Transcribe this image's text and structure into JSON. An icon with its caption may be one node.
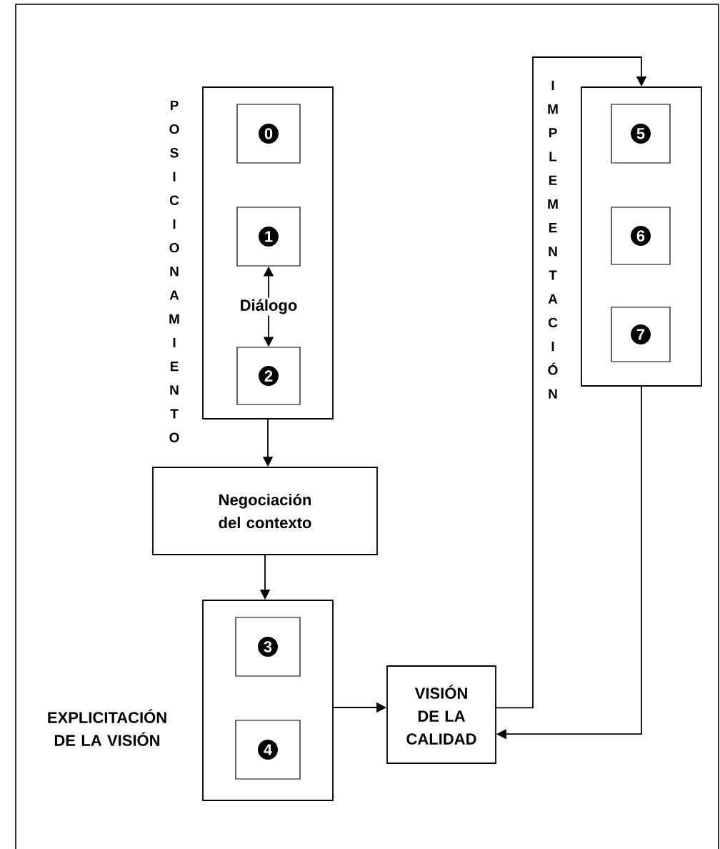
{
  "diagram": {
    "nodes": [
      {
        "text": [
          "POSICIONAMIENTO"
        ]
      },
      {
        "text": [
          "0"
        ],
        "in": 0
      },
      {
        "text": [
          "1"
        ],
        "in": 0
      },
      {
        "text": [
          "2"
        ],
        "in": 0
      },
      {
        "text": [
          "Negociación del contexto"
        ]
      },
      {
        "text": [
          "EXPLICITACIÓN DE LA VISIÓN"
        ]
      },
      {
        "text": [
          "3"
        ],
        "in": 5
      },
      {
        "text": [
          "4"
        ],
        "in": 5
      },
      {
        "text": [
          "VISIÓN DE LA CALIDAD"
        ]
      },
      {
        "text": [
          "IMPLEMENTACIÓN"
        ]
      },
      {
        "text": [
          "5"
        ],
        "in": 9
      },
      {
        "text": [
          "6"
        ],
        "in": 9
      },
      {
        "text": [
          "7"
        ],
        "in": 9
      }
    ],
    "edges": [
      {
        "from": 2,
        "to": 3,
        "arrow": "both",
        "label": "Diálogo"
      },
      {
        "from": 0,
        "to": 4,
        "arrow": "to"
      },
      {
        "from": 4,
        "to": 5,
        "arrow": "to"
      },
      {
        "from": 5,
        "to": 8,
        "arrow": "to"
      },
      {
        "from": 8,
        "to": 9,
        "arrow": "to"
      },
      {
        "from": 9,
        "to": 8,
        "arrow": "to"
      }
    ]
  }
}
